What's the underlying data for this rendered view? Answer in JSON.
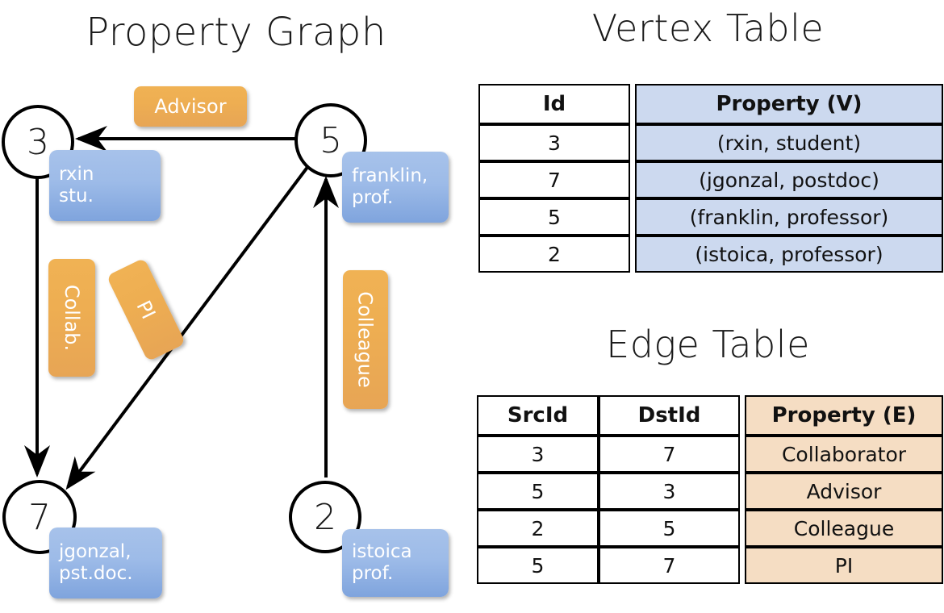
{
  "titles": {
    "property_graph": "Property Graph",
    "vertex_table": "Vertex Table",
    "edge_table": "Edge Table"
  },
  "graph": {
    "vertices": [
      {
        "id": "3",
        "property_lines": [
          "rxin",
          "stu."
        ]
      },
      {
        "id": "5",
        "property_lines": [
          "franklin,",
          "prof."
        ]
      },
      {
        "id": "7",
        "property_lines": [
          "jgonzal,",
          "pst.doc."
        ]
      },
      {
        "id": "2",
        "property_lines": [
          "istoica",
          "prof."
        ]
      }
    ],
    "edge_labels": [
      {
        "text": "Advisor",
        "orientation": "horizontal"
      },
      {
        "text": "Collab.",
        "orientation": "vertical"
      },
      {
        "text": "PI",
        "orientation": "vertical-tilted"
      },
      {
        "text": "Colleague",
        "orientation": "vertical"
      }
    ]
  },
  "vertex_table": {
    "headers": [
      "Id",
      "Property (V)"
    ],
    "rows": [
      {
        "id": "3",
        "property": "(rxin, student)"
      },
      {
        "id": "7",
        "property": "(jgonzal, postdoc)"
      },
      {
        "id": "5",
        "property": "(franklin, professor)"
      },
      {
        "id": "2",
        "property": "(istoica, professor)"
      }
    ]
  },
  "edge_table": {
    "headers": [
      "SrcId",
      "DstId",
      "Property (E)"
    ],
    "rows": [
      {
        "src": "3",
        "dst": "7",
        "property": "Collaborator"
      },
      {
        "src": "5",
        "dst": "3",
        "property": "Advisor"
      },
      {
        "src": "2",
        "dst": "5",
        "property": "Colleague"
      },
      {
        "src": "5",
        "dst": "7",
        "property": "PI"
      }
    ]
  },
  "colors": {
    "vertex_property_box": "#9dbbe8",
    "edge_label_box": "#eeae52",
    "vertex_table_highlight": "#ccd9ef",
    "edge_table_highlight": "#f5ddc3",
    "stroke": "#000000"
  }
}
